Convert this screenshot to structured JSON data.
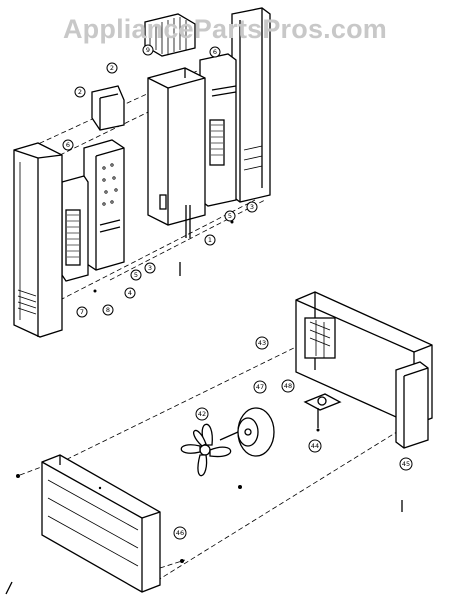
{
  "watermark": "AppliancePartsPros.com",
  "callouts": [
    "1",
    "2",
    "3",
    "4",
    "5",
    "6",
    "7",
    "8",
    "9",
    "42",
    "43",
    "44",
    "45",
    "46",
    "47",
    "48"
  ]
}
